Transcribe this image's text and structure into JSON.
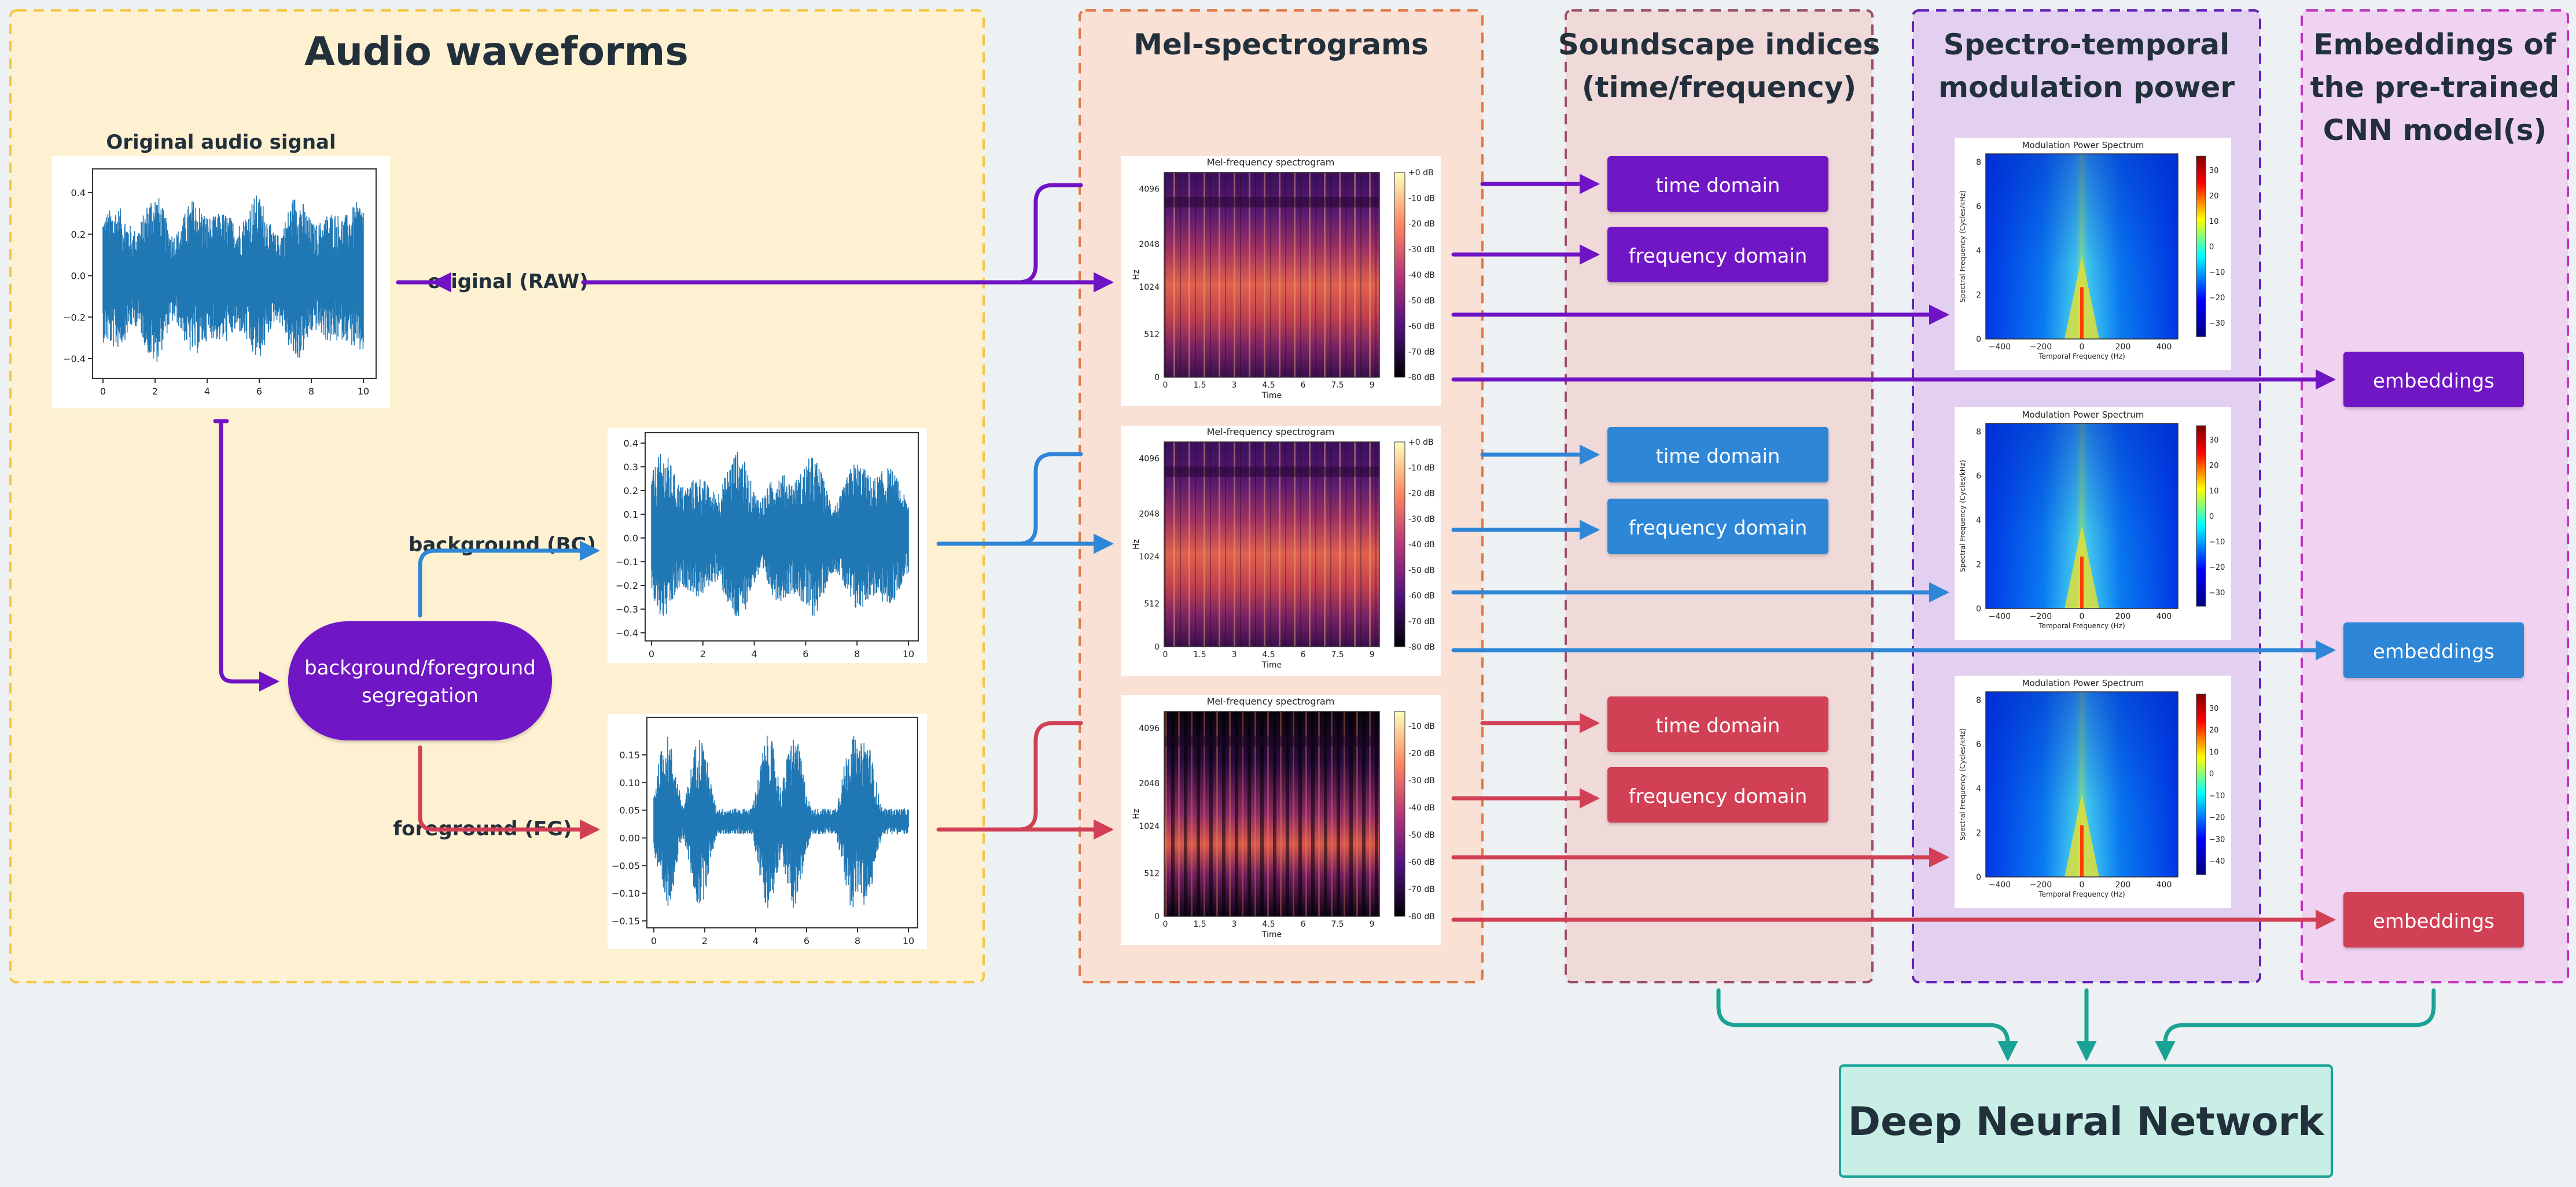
{
  "panels": {
    "waveforms": {
      "title": "Audio waveforms"
    },
    "mel": {
      "title": "Mel-spectrograms"
    },
    "indices": {
      "title_line1": "Soundscape indices",
      "title_line2": "(time/frequency)"
    },
    "modulation": {
      "title_line1": "Spectro-temporal",
      "title_line2": "modulation power"
    },
    "embeddings": {
      "title_line1": "Embeddings of",
      "title_line2": "the pre-trained",
      "title_line3": "CNN model(s)"
    }
  },
  "waveform_section": {
    "original_title": "Original audio signal",
    "original_label": "original (RAW)",
    "background_label": "background (BG)",
    "foreground_label": "foreground (FG)",
    "segregation_line1": "background/foreground",
    "segregation_line2": "segregation"
  },
  "waveform_plots": [
    {
      "id": "raw",
      "yticks": [
        "0.4",
        "0.2",
        "0.0",
        "−0.2",
        "−0.4"
      ],
      "xticks": [
        "0",
        "2",
        "4",
        "6",
        "8",
        "10"
      ]
    },
    {
      "id": "bg",
      "yticks": [
        "0.4",
        "0.3",
        "0.2",
        "0.1",
        "0.0",
        "−0.1",
        "−0.2",
        "−0.3",
        "−0.4"
      ],
      "xticks": [
        "0",
        "2",
        "4",
        "6",
        "8",
        "10"
      ]
    },
    {
      "id": "fg",
      "yticks": [
        "0.15",
        "0.10",
        "0.05",
        "0.00",
        "−0.05",
        "−0.10",
        "−0.15"
      ],
      "xticks": [
        "0",
        "2",
        "4",
        "6",
        "8",
        "10"
      ]
    }
  ],
  "spectrogram_plots": {
    "title": "Mel-frequency spectrogram",
    "ylabel": "Hz",
    "xlabel": "Time",
    "yticks": [
      "4096",
      "2048",
      "1024",
      "512",
      "0"
    ],
    "xticks": [
      "0",
      "1.5",
      "3",
      "4.5",
      "6",
      "7.5",
      "9"
    ],
    "colorbar_full": [
      "+0 dB",
      "-10 dB",
      "-20 dB",
      "-30 dB",
      "-40 dB",
      "-50 dB",
      "-60 dB",
      "-70 dB",
      "-80 dB"
    ],
    "colorbar_fg": [
      "-10 dB",
      "-20 dB",
      "-30 dB",
      "-40 dB",
      "-50 dB",
      "-60 dB",
      "-70 dB",
      "-80 dB"
    ]
  },
  "modulation_plots": {
    "title": "Modulation Power Spectrum",
    "xlabel": "Temporal Frequency (Hz)",
    "ylabel": "Spectral Frequency (Cycles/kHz)",
    "xticks": [
      "−400",
      "−200",
      "0",
      "200",
      "400"
    ],
    "yticks": [
      "8",
      "6",
      "4",
      "2",
      "0"
    ],
    "colorbar_ticks": [
      "30",
      "20",
      "10",
      "0",
      "−10",
      "−20",
      "−30"
    ],
    "colorbar_ticks_3": [
      "30",
      "20",
      "10",
      "0",
      "−10",
      "−20",
      "−30",
      "−40"
    ]
  },
  "buttons": {
    "time_domain": "time domain",
    "frequency_domain": "frequency domain",
    "embeddings": "embeddings"
  },
  "dnn": {
    "label": "Deep Neural Network"
  },
  "colors": {
    "raw": "#7013c4",
    "bg": "#2f86d6",
    "fg": "#d14055",
    "teal": "#1aa394",
    "waveform": "#1f77b4"
  }
}
